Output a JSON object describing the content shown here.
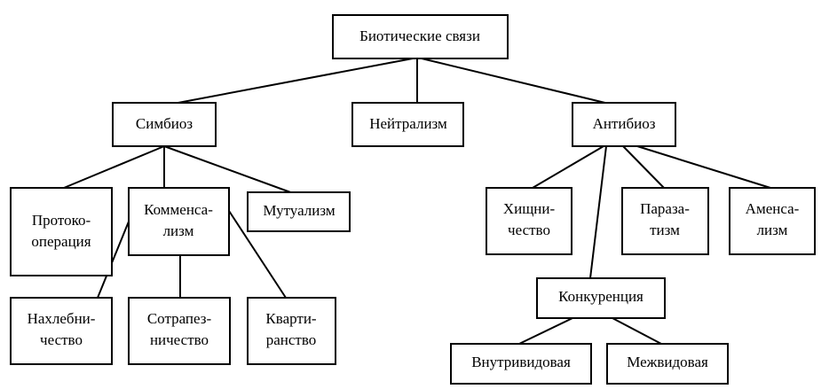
{
  "diagram": {
    "root": {
      "lines": [
        "Биотические связи"
      ]
    },
    "symbiosis": {
      "lines": [
        "Симбиоз"
      ]
    },
    "neutralism": {
      "lines": [
        "Нейтрализм"
      ]
    },
    "antibiosis": {
      "lines": [
        "Антибиоз"
      ]
    },
    "protocooperation": {
      "lines": [
        "Протоко-",
        "операция"
      ]
    },
    "commensalism": {
      "lines": [
        "Комменса-",
        "лизм"
      ]
    },
    "mutualism": {
      "lines": [
        "Мутуализм"
      ]
    },
    "predation": {
      "lines": [
        "Хищни-",
        "чество"
      ]
    },
    "parasitism": {
      "lines": [
        "Параза-",
        "тизм"
      ]
    },
    "amensalism": {
      "lines": [
        "Аменса-",
        "лизм"
      ]
    },
    "freeloading": {
      "lines": [
        "Нахлебни-",
        "чество"
      ]
    },
    "commensalism_table": {
      "lines": [
        "Сотрапез-",
        "ничество"
      ]
    },
    "lodging": {
      "lines": [
        "Кварти-",
        "ранство"
      ]
    },
    "competition": {
      "lines": [
        "Конкуренция"
      ]
    },
    "intraspecific": {
      "lines": [
        "Внутривидовая"
      ]
    },
    "interspecific": {
      "lines": [
        "Межвидовая"
      ]
    }
  }
}
